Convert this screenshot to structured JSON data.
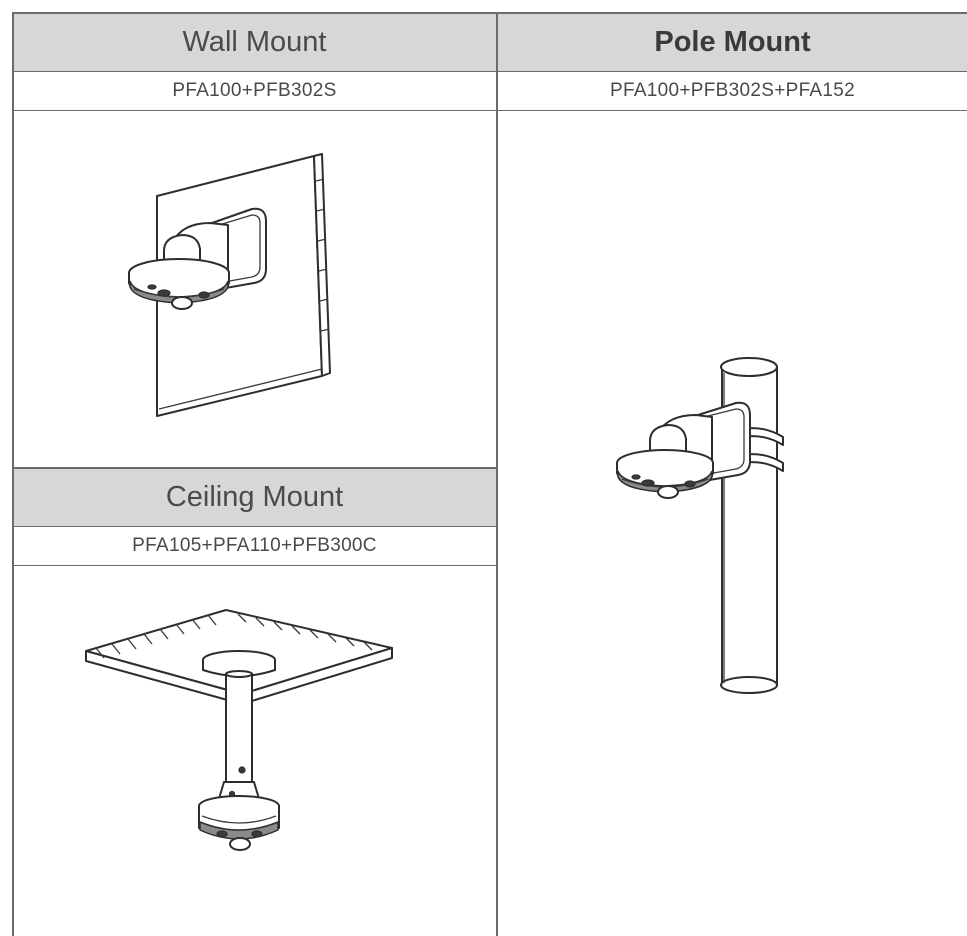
{
  "wall": {
    "title": "Wall Mount",
    "model": "PFA100+PFB302S",
    "icon": "wall-mount-camera-illustration"
  },
  "pole": {
    "title": "Pole Mount",
    "model": "PFA100+PFB302S+PFA152",
    "icon": "pole-mount-camera-illustration"
  },
  "ceiling": {
    "title": "Ceiling Mount",
    "model": "PFA105+PFA110+PFB300C",
    "icon": "ceiling-mount-camera-illustration"
  }
}
